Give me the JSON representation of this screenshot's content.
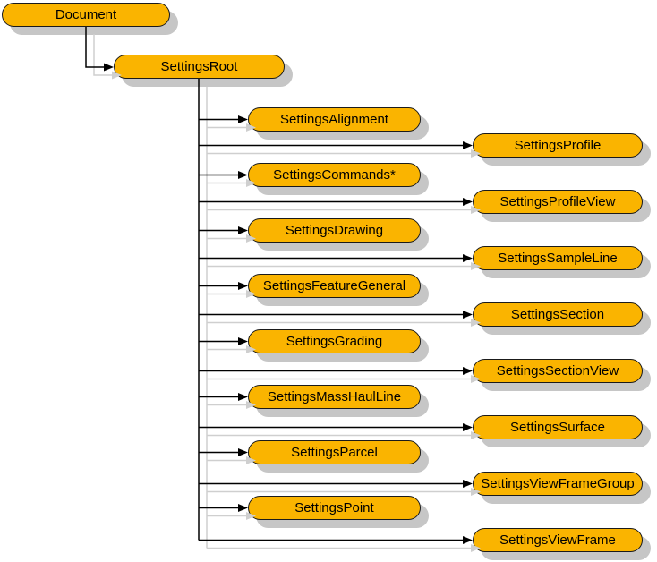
{
  "diagram": {
    "type": "tree-hierarchy",
    "background": "#FFFFFF",
    "colors": {
      "node_fill": "#FAB400",
      "node_border": "#1A1A1A",
      "node_shadow": "#C6C6C6",
      "line": "#000000",
      "line_shadow": "#CFCFCF"
    },
    "nodes": {
      "document": "Document",
      "root": "SettingsRoot",
      "left_children": [
        "SettingsAlignment",
        "SettingsCommands*",
        "SettingsDrawing",
        "SettingsFeatureGeneral",
        "SettingsGrading",
        "SettingsMassHaulLine",
        "SettingsParcel",
        "SettingsPoint"
      ],
      "right_children": [
        "SettingsProfile",
        "SettingsProfileView",
        "SettingsSampleLine",
        "SettingsSection",
        "SettingsSectionView",
        "SettingsSurface",
        "SettingsViewFrameGroup",
        "SettingsViewFrame"
      ]
    },
    "edges": [
      {
        "from": "Document",
        "to": "SettingsRoot"
      },
      {
        "from": "SettingsRoot",
        "to": "all other nodes"
      }
    ]
  }
}
